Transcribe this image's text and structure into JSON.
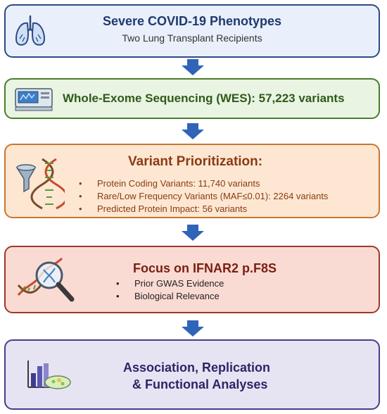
{
  "colors": {
    "arrow": "#2f64b8",
    "box1_border": "#2d4a83",
    "box1_fill": "#e9f0fb",
    "box1_title": "#1f3a6e",
    "box2_border": "#4c7c2c",
    "box2_fill": "#e9f4e2",
    "box2_title": "#2f5a1a",
    "box3_border": "#c9762e",
    "box3_fill": "#fde7d3",
    "box3_title": "#8a3c12",
    "box4_border": "#9b3a2a",
    "box4_fill": "#fadbd4",
    "box4_title": "#7a1e12",
    "box5_border": "#4b3b8a",
    "box5_fill": "#e6e4f3",
    "box5_title": "#2e2466"
  },
  "steps": [
    {
      "icon": "lungs-icon",
      "title": "Severe COVID-19 Phenotypes",
      "subtitle": "Two Lung Transplant Recipients"
    },
    {
      "icon": "sequencer-icon",
      "title": "Whole-Exome Sequencing (WES): 57,223 variants"
    },
    {
      "icon": "funnel-dna-icon",
      "title": "Variant Prioritization:",
      "bullets": [
        "Protein Coding Variants: 11,740 variants",
        "Rare/Low Frequency Variants (MAF≤0.01): 2264 variants",
        "Predicted Protein Impact: 56 variants"
      ]
    },
    {
      "icon": "dna-magnifier-icon",
      "title": "Focus on IFNAR2 p.F8S",
      "bullets": [
        "Prior GWAS Evidence",
        "Biological Relevance"
      ]
    },
    {
      "icon": "bar-chart-petri-icon",
      "title_line1": "Association, Replication",
      "title_line2": "& Functional Analyses"
    }
  ]
}
